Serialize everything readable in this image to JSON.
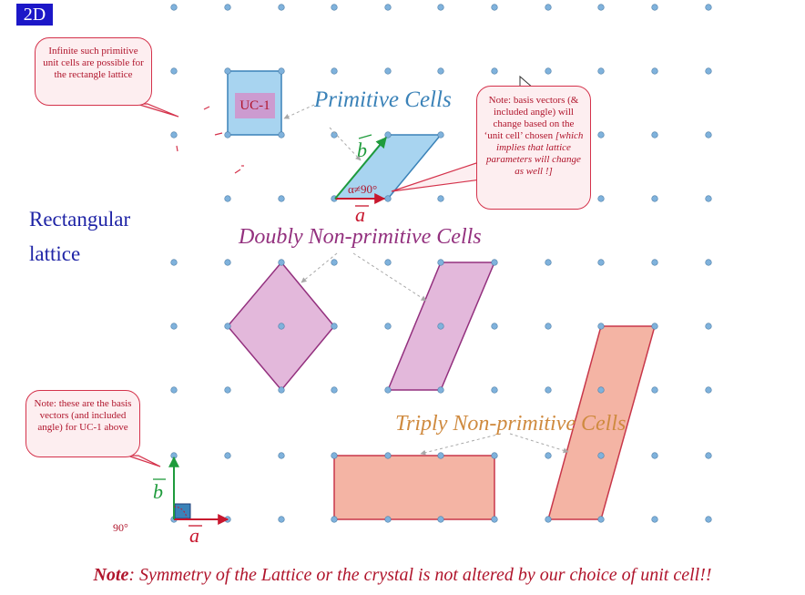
{
  "tag": "2D",
  "lattice_label": "Rectangular lattice",
  "headings": {
    "primitive": "Primitive Cells",
    "doubly": "Doubly Non-primitive Cells",
    "triply": "Triply Non-primitive Cells"
  },
  "callouts": {
    "infinite": "Infinite such primitive unit cells are possible for the rectangle lattice",
    "basis_change_plain": "Note: basis vectors (& included angle) will change based on the ‘unit cell’ chosen",
    "basis_change_italic": "[which implies that lattice parameters will change as well !]",
    "basis_uc1": "Note: these are the basis vectors (and included angle) for UC-1 above"
  },
  "uc1_label": "UC-1",
  "angle_primitive": "α≠90°",
  "angle_basis": "90°",
  "vector_a": "a",
  "vector_b": "b",
  "bottom_note_prefix": "Note",
  "bottom_note_text": ": Symmetry of the Lattice or the crystal is not altered by our choice of unit cell!!",
  "colors": {
    "lattice_point": "#7fb2dc",
    "primitive_fill": "#a8d4f0",
    "primitive_stroke": "#3a82b8",
    "doubly_fill": "#e3b8db",
    "doubly_stroke": "#93307e",
    "triply_fill": "#f4b4a4",
    "triply_stroke": "#c8374a",
    "vector_a": "#c8172e",
    "vector_b": "#1f9b3c",
    "title_blue": "#1c17c8"
  }
}
